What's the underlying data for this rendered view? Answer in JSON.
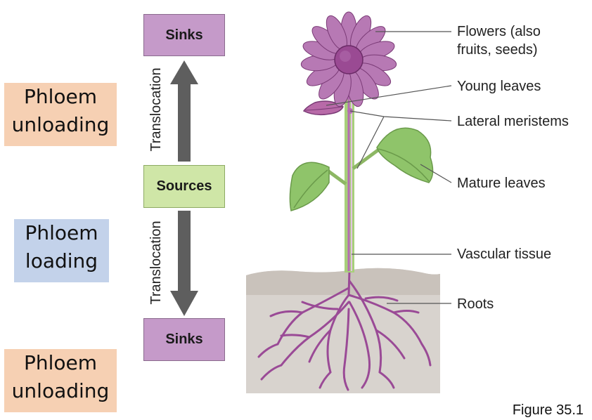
{
  "left_labels": {
    "top": {
      "line1": "Phloem",
      "line2": "unloading"
    },
    "middle": {
      "line1": "Phloem",
      "line2": "loading"
    },
    "bottom": {
      "line1": "Phloem",
      "line2": "unloading"
    }
  },
  "boxes": {
    "sink_top": "Sinks",
    "source": "Sources",
    "sink_bottom": "Sinks"
  },
  "arrows": {
    "upper": "Translocation",
    "lower": "Translocation"
  },
  "callouts": {
    "flowers_line1": "Flowers (also",
    "flowers_line2": "fruits, seeds)",
    "young_leaves": "Young leaves",
    "lateral_meristems": "Lateral meristems",
    "mature_leaves": "Mature leaves",
    "vascular_tissue": "Vascular tissue",
    "roots": "Roots"
  },
  "caption": "Figure 35.1",
  "colors": {
    "unloading_bg": "#f6d0b3",
    "loading_bg": "#c3d2ea",
    "sink": "#c59ac9",
    "source": "#cfe6a7",
    "arrow": "#5e5e5e"
  }
}
